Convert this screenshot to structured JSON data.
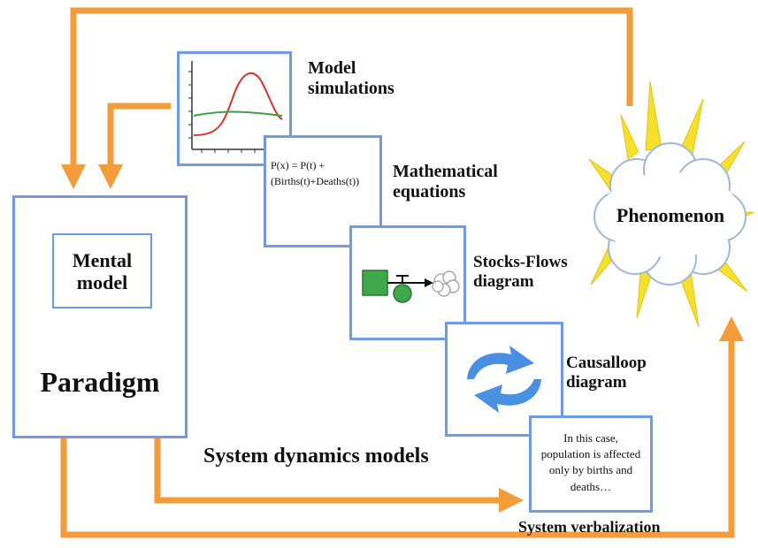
{
  "paradigm": {
    "title": "Paradigm",
    "mental_model": "Mental model"
  },
  "layers": {
    "model_simulations": "Model simulations",
    "mathematical_equations": "Mathematical equations",
    "equation_text": "P(x) = P(t) + (Births(t)+Deaths(t))",
    "stocks_flows": "Stocks-Flows diagram",
    "causal_loop": "Causalloop diagram",
    "verbalization_text": "In this case, population is affected only by births and deaths…",
    "system_verbalization": "System verbalization"
  },
  "phenomenon": "Phenomenon",
  "group_label": "System dynamics models",
  "colors": {
    "arrow": "#f39c39",
    "box_border": "#6e9be8",
    "sun_ray": "#f5e12a",
    "stock": "#3ea84a",
    "cycle": "#4a90e2",
    "curve_red": "#e0302a",
    "curve_green": "#3aa040"
  }
}
